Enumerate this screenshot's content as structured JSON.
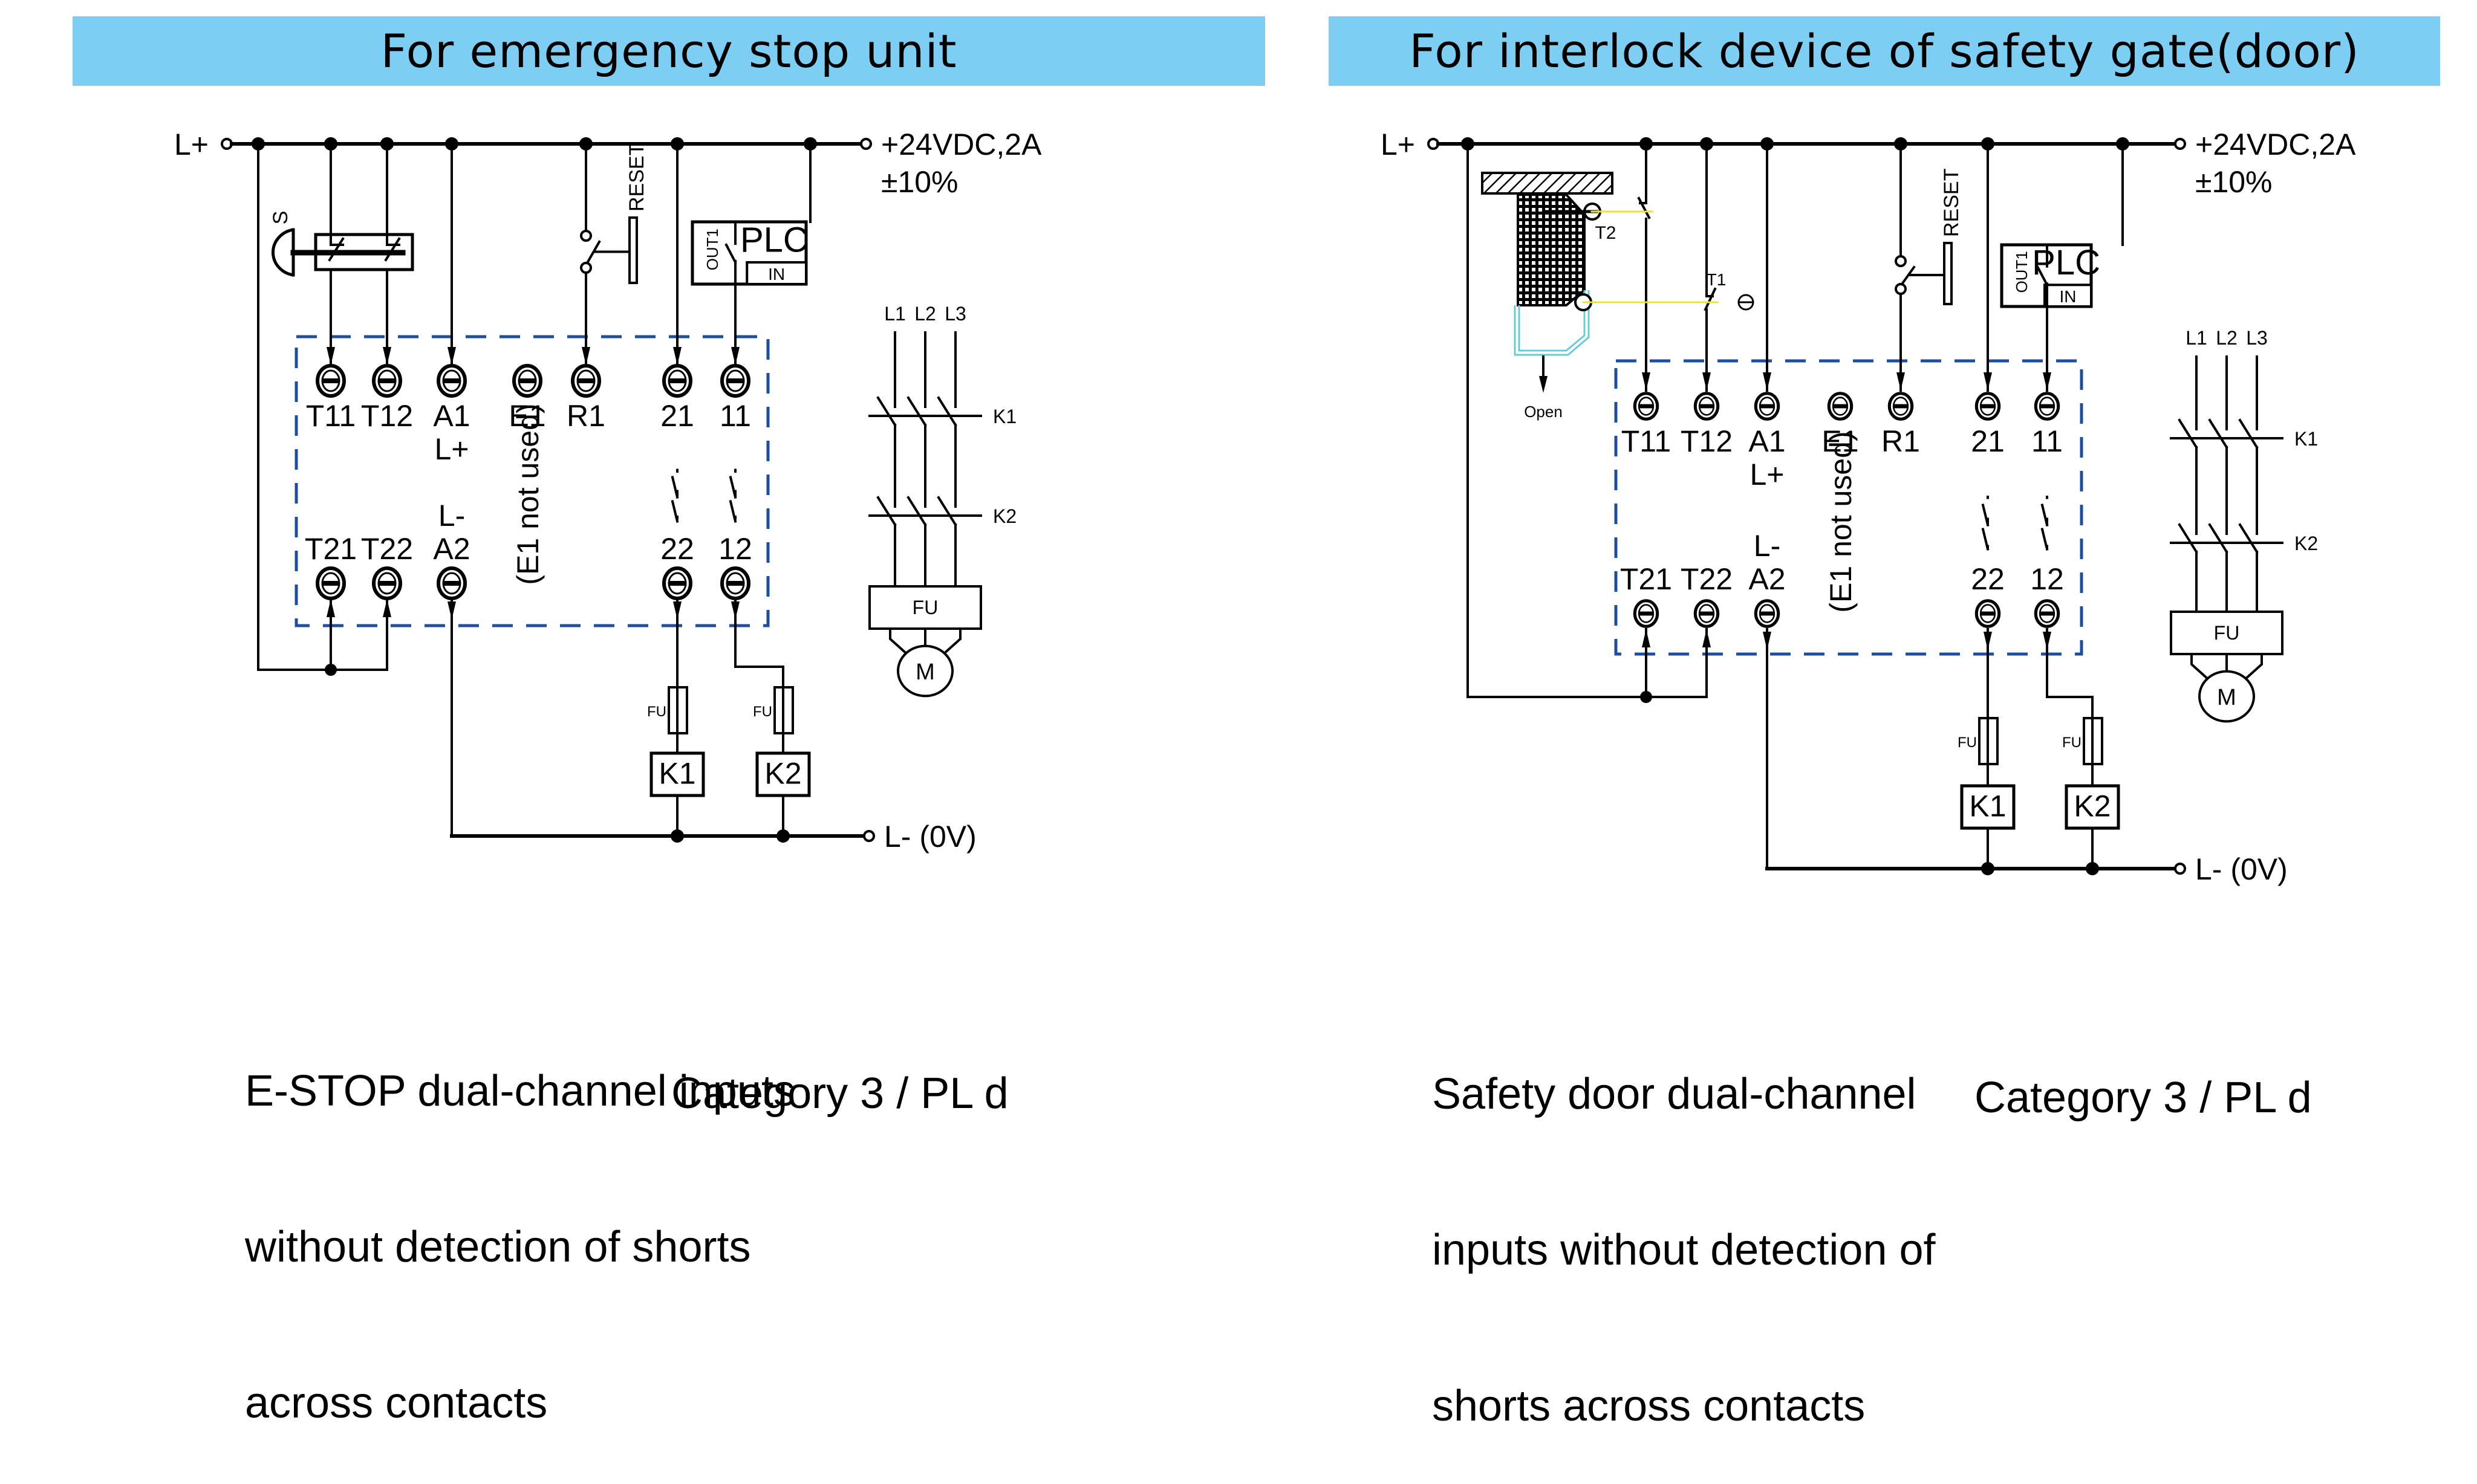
{
  "panels": [
    {
      "id": "estop",
      "title": "For emergency stop unit",
      "supply_plus_label": "L+",
      "supply_voltage": "+24VDC,2A",
      "supply_tolerance": "±10%",
      "supply_minus_label": "L- (0V)",
      "input_device": {
        "type": "emergency-stop-button",
        "label": "S"
      },
      "reset_label": "RESET",
      "plc": {
        "label": "PLC",
        "output_label": "OUT1",
        "input_label": "IN"
      },
      "terminals_top": [
        "T11",
        "T12",
        "A1",
        "E1",
        "R1",
        "21",
        "11"
      ],
      "terminals_top_sub": {
        "A1": "L+"
      },
      "terminals_bottom": [
        "T21",
        "T22",
        "A2",
        "22",
        "12"
      ],
      "terminals_bottom_sup": {
        "A2": "L-"
      },
      "e1_note": "(E1 not used)",
      "fuse_label": "FU",
      "contactors": [
        "K1",
        "K2"
      ],
      "motor": {
        "phases": [
          "L1",
          "L2",
          "L3"
        ],
        "contactor_labels": [
          "K1",
          "K2"
        ],
        "fuse_label": "FU",
        "motor_label": "M"
      },
      "caption_lines": [
        "E-STOP dual-channel inputs",
        "without detection of shorts",
        "across contacts"
      ],
      "category": "Category 3 / PL d"
    },
    {
      "id": "door",
      "title": "For interlock device of safety gate(door)",
      "supply_plus_label": "L+",
      "supply_voltage": "+24VDC,2A",
      "supply_tolerance": "±10%",
      "supply_minus_label": "L- (0V)",
      "input_device": {
        "type": "safety-gate-interlock",
        "switch_labels": [
          "T2",
          "T1"
        ],
        "open_label": "Open"
      },
      "reset_label": "RESET",
      "plc": {
        "label": "PLC",
        "output_label": "OUT1",
        "input_label": "IN"
      },
      "terminals_top": [
        "T11",
        "T12",
        "A1",
        "E1",
        "R1",
        "21",
        "11"
      ],
      "terminals_top_sub": {
        "A1": "L+"
      },
      "terminals_bottom": [
        "T21",
        "T22",
        "A2",
        "22",
        "12"
      ],
      "terminals_bottom_sup": {
        "A2": "L-"
      },
      "e1_note": "(E1 not used)",
      "fuse_label": "FU",
      "contactors": [
        "K1",
        "K2"
      ],
      "motor": {
        "phases": [
          "L1",
          "L2",
          "L3"
        ],
        "contactor_labels": [
          "K1",
          "K2"
        ],
        "fuse_label": "FU",
        "motor_label": "M"
      },
      "caption_lines": [
        "Safety door dual-channel",
        "inputs without detection of",
        "shorts across contacts"
      ],
      "category": "Category 3 / PL d"
    }
  ],
  "colors": {
    "header_bg": "#7ecef4",
    "module_border": "#1f4e9e",
    "sensor_line": "#e8e33a",
    "door_open_outline": "#6ccad8",
    "wire": "#000000"
  }
}
